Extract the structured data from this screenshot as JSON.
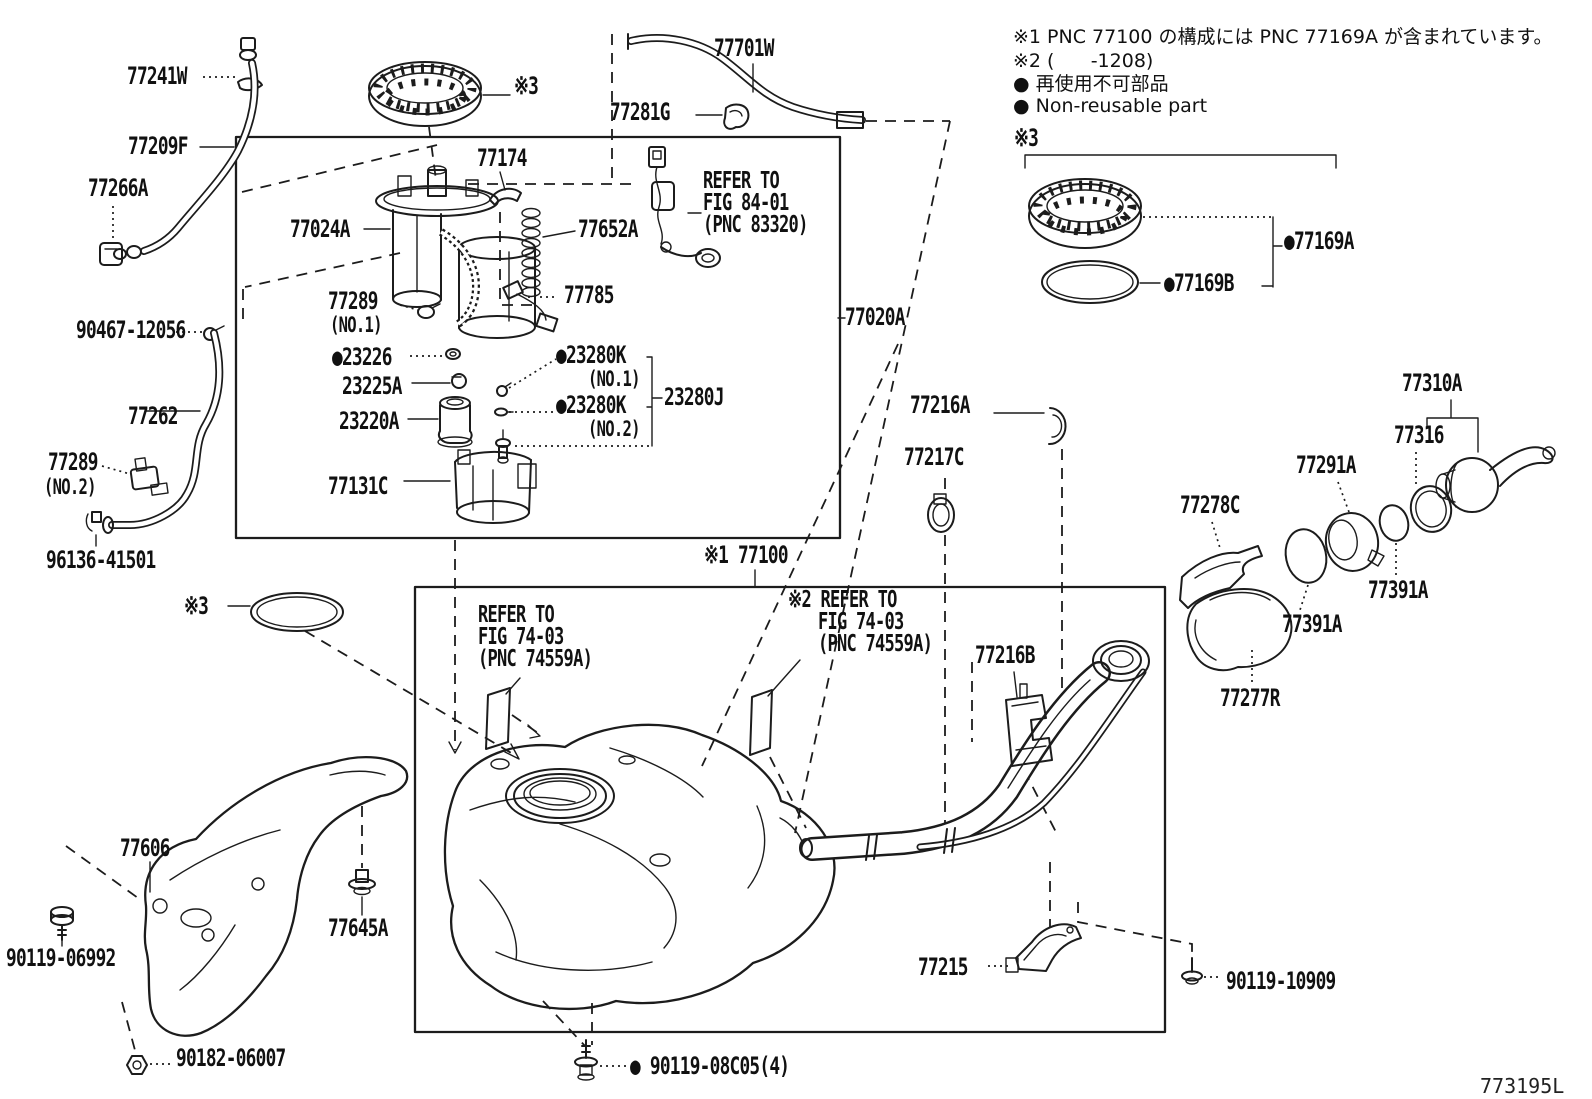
{
  "colors": {
    "background": "#ffffff",
    "line": "#1c1c1c",
    "text": "#111111"
  },
  "notes": {
    "line1": "※1 PNC 77100 の構成には PNC 77169A が含まれています。",
    "line2": "※2 (      -1208)",
    "line3": "● 再使用不可部品",
    "line4": "● Non-reusable part",
    "section3": "※3"
  },
  "refer_blocks": {
    "fig84": [
      "REFER TO",
      "FIG 84-01",
      "(PNC 83320)"
    ],
    "fig74_left": [
      "REFER TO",
      "FIG 74-03",
      "(PNC 74559A)"
    ],
    "fig74_right": [
      "※2 REFER TO",
      "FIG 74-03",
      "(PNC 74559A)"
    ]
  },
  "parts": {
    "p77241W": "77241W",
    "p77209F": "77209F",
    "p77266A": "77266A",
    "p90467_12056": "90467-12056",
    "p77262": "77262",
    "p77289_no2": "77289",
    "p77289_no2_sub": "(NO.2)",
    "p96136_41501": "96136-41501",
    "sym3_left": "※3",
    "p77606": "77606",
    "p90119_06992": "90119-06992",
    "p90182_06007": "90182-06007",
    "p77645A": "77645A",
    "p77024A": "77024A",
    "p77174": "77174",
    "p77652A": "77652A",
    "p77785": "77785",
    "p77289_no1": "77289",
    "p77289_no1_sub": "(NO.1)",
    "p23226": "●23226",
    "p23225A": "23225A",
    "p23220A": "23220A",
    "p77131C": "77131C",
    "p23280K_no1": "●23280K",
    "p23280K_no1_sub": "(NO.1)",
    "p23280K_no2": "●23280K",
    "p23280K_no2_sub": "(NO.2)",
    "p23280J": "23280J",
    "sym3_top": "※3",
    "p77701W": "77701W",
    "p77281G": "77281G",
    "p77169A": "●77169A",
    "p77169B": "●77169B",
    "p77020A": "77020A",
    "p77216A": "77216A",
    "p77217C": "77217C",
    "p77310A": "77310A",
    "p77316": "77316",
    "p77291A": "77291A",
    "p77278C": "77278C",
    "p77391A_right": "77391A",
    "p77391A_left": "77391A",
    "p77277R": "77277R",
    "p77100_ref": "※1 77100",
    "p77216B": "77216B",
    "p77215": "77215",
    "p90119_10909": "90119-10909",
    "p90119_08C05": "● 90119-08C05(4)",
    "diagram_code": "773195L"
  }
}
